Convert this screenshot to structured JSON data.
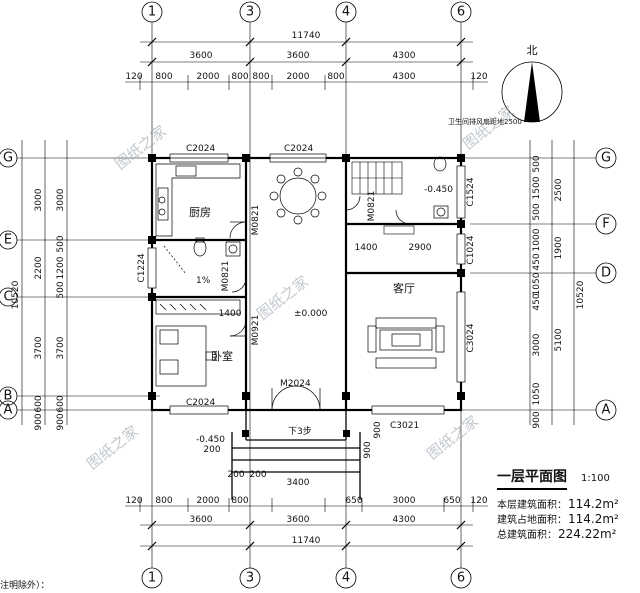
{
  "axes": {
    "c1": "1",
    "c3": "3",
    "c4": "4",
    "c6": "6",
    "rG": "G",
    "rF": "F",
    "rE": "E",
    "rD": "D",
    "rC": "C",
    "rB": "B",
    "rA": "A"
  },
  "dims": {
    "top_total": "11740",
    "top_span": [
      "3600",
      "3600",
      "4300"
    ],
    "top_detail": [
      "120",
      "800",
      "2000",
      "800",
      "800",
      "2000",
      "800",
      "4300",
      "120"
    ],
    "bottom_detail": [
      "120",
      "800",
      "2000",
      "800",
      "650",
      "3000",
      "650",
      "120"
    ],
    "bottom_span": [
      "3600",
      "3600",
      "4300"
    ],
    "bottom_total": "11740",
    "entry_w": "3400",
    "left_outer": [
      "3000",
      "2200",
      "3700"
    ],
    "left_inner": [
      "3000",
      "500",
      "1200",
      "500",
      "3700",
      "600",
      "900",
      "600",
      "900"
    ],
    "left_total": "10520",
    "right_inner": [
      "500",
      "1500",
      "500",
      "1000",
      "450",
      "1050",
      "450",
      "3000",
      "1050",
      "900"
    ],
    "right_mid": [
      "2500",
      "1900",
      "5100"
    ],
    "right_total": "10520",
    "misc": [
      "1400",
      "2900",
      "1400",
      "200",
      "200",
      "200",
      "900",
      "900"
    ]
  },
  "labels": {
    "win_c2024_a": "C2024",
    "win_c2024_b": "C2024",
    "win_c2024_c": "C2024",
    "win_c1524": "C1524",
    "win_c1024": "C1024",
    "win_c1224": "C1224",
    "win_c3024": "C3024",
    "win_c3021": "C3021",
    "door_m0821_a": "M0821",
    "door_m0821_b": "M0821",
    "door_m0821_c": "M0821",
    "door_m0921": "M0921",
    "door_m2024": "M2024",
    "kitchen": "厨房",
    "bedroom": "卧室",
    "living": "客厅",
    "lvl_045_a": "-0.450",
    "lvl_000": "±0.000",
    "lvl_045_b": "-0.450",
    "slope": "1%",
    "steps": "下3步",
    "vent": "卫生间排风扇距地2500",
    "north": "北"
  },
  "watermark": "图纸之家",
  "panel": {
    "title": "一层平面图",
    "scale": "1:100",
    "r1_label": "本层建筑面积：",
    "r1_val": "114.2m²",
    "r2_label": "建筑占地面积：",
    "r2_val": "114.2m²",
    "r3_label": "总建筑面积：",
    "r3_val": "224.22m²"
  },
  "note": "注明除外）："
}
